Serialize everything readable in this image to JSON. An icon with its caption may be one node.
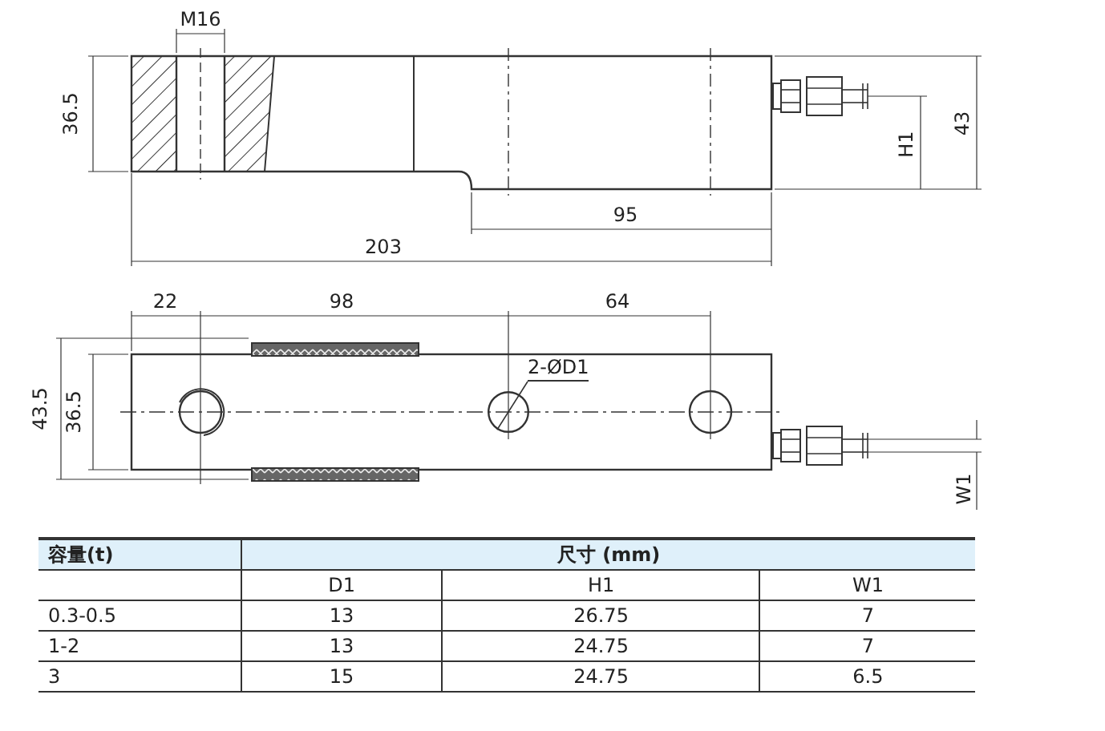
{
  "diagram": {
    "nodes": [
      {
        "text": [
          "2-ØD1"
        ]
      },
      {
        "text": [],
        "shape": "circle"
      }
    ],
    "edges": [
      {
        "from": 0,
        "to": 1,
        "arrow": "none"
      }
    ],
    "labels": [
      "M16",
      "36.5",
      "H1",
      "43",
      "95",
      "203",
      "22",
      "98",
      "64",
      "43.5",
      "36.5",
      "W1",
      "容量(t)",
      "尺寸 (mm)",
      "D1",
      "H1",
      "W1",
      "0.3-0.5",
      "13",
      "26.75",
      "7",
      "1-2",
      "13",
      "24.75",
      "7",
      "3",
      "15",
      "24.75",
      "6.5"
    ]
  }
}
